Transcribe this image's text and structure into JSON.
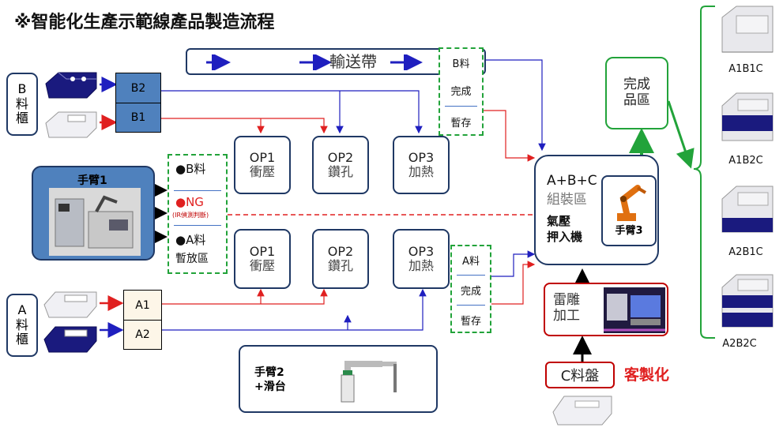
{
  "title": "※智能化生產示範線產品製造流程",
  "colors": {
    "dark_blue": "#1f3864",
    "mid_blue": "#4f81bd",
    "green": "#22a33a",
    "red": "#c00000",
    "arrow_blue": "#1f1fbf",
    "arrow_red": "#e02020"
  },
  "conveyor": {
    "label": "輸送帶"
  },
  "b_cabinet": {
    "label_top": "B",
    "label_mid": "料",
    "label_bot": "櫃",
    "bins": [
      "B2",
      "B1"
    ]
  },
  "a_cabinet": {
    "label_top": "A",
    "label_mid": "料",
    "label_bot": "櫃",
    "bins": [
      "A1",
      "A2"
    ]
  },
  "top_buffer": {
    "items": [
      "B料",
      "完成",
      "暫存"
    ]
  },
  "bottom_buffer": {
    "items": [
      "A料",
      "完成",
      "暫存"
    ]
  },
  "arm1": {
    "label": "手臂1"
  },
  "sorting": {
    "b_item": "●B料",
    "ng_item": "●NG",
    "ng_note": "(IR偵測判斷)",
    "a_item": "●A料",
    "a_note": "暫放區"
  },
  "ops_top": [
    {
      "code": "OP1",
      "name": "衝壓"
    },
    {
      "code": "OP2",
      "name": "鑽孔"
    },
    {
      "code": "OP3",
      "name": "加熱"
    }
  ],
  "ops_bottom": [
    {
      "code": "OP1",
      "name": "衝壓"
    },
    {
      "code": "OP2",
      "name": "鑽孔"
    },
    {
      "code": "OP3",
      "name": "加熱"
    }
  ],
  "assembly": {
    "title": "A+B+C",
    "subtitle": "組裝區",
    "machine_l1": "氣壓",
    "machine_l2": "押入機",
    "arm": "手臂3"
  },
  "finished": {
    "line1": "完成",
    "line2": "品區"
  },
  "laser": {
    "line1": "雷雕",
    "line2": "加工"
  },
  "c_tray": {
    "label": "C料盤",
    "custom": "客製化"
  },
  "arm2": {
    "line1": "手臂2",
    "line2": "+滑台"
  },
  "products": [
    "A1B1C",
    "A1B2C",
    "A2B1C",
    "A2B2C"
  ],
  "icons": [
    "part-icon",
    "robot-arm-icon",
    "laser-machine-icon",
    "scara-robot-icon",
    "right-arrow-icon",
    "up-arrow-icon",
    "brace-icon"
  ]
}
